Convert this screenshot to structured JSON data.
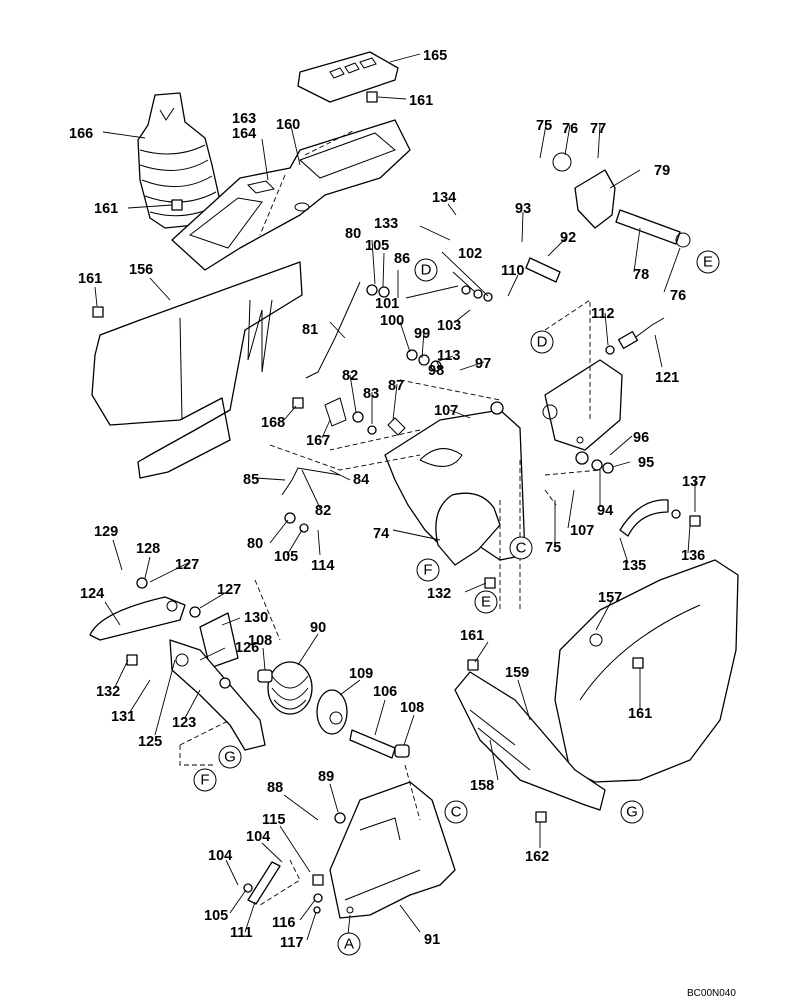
{
  "diagram": {
    "drawing_code": "BC00N040",
    "part_numbers": [
      "75",
      "76",
      "77",
      "78",
      "79",
      "80",
      "81",
      "82",
      "83",
      "84",
      "85",
      "86",
      "87",
      "88",
      "89",
      "90",
      "91",
      "92",
      "93",
      "94",
      "95",
      "96",
      "97",
      "98",
      "99",
      "100",
      "101",
      "102",
      "103",
      "104",
      "105",
      "106",
      "107",
      "108",
      "109",
      "110",
      "111",
      "112",
      "113",
      "114",
      "115",
      "116",
      "117",
      "121",
      "123",
      "124",
      "125",
      "126",
      "127",
      "128",
      "129",
      "130",
      "131",
      "132",
      "133",
      "134",
      "135",
      "136",
      "137",
      "156",
      "157",
      "158",
      "159",
      "160",
      "161",
      "162",
      "163",
      "164",
      "165",
      "166",
      "167",
      "168"
    ],
    "reference_letters": [
      "A",
      "C",
      "D",
      "E",
      "F",
      "G"
    ]
  }
}
